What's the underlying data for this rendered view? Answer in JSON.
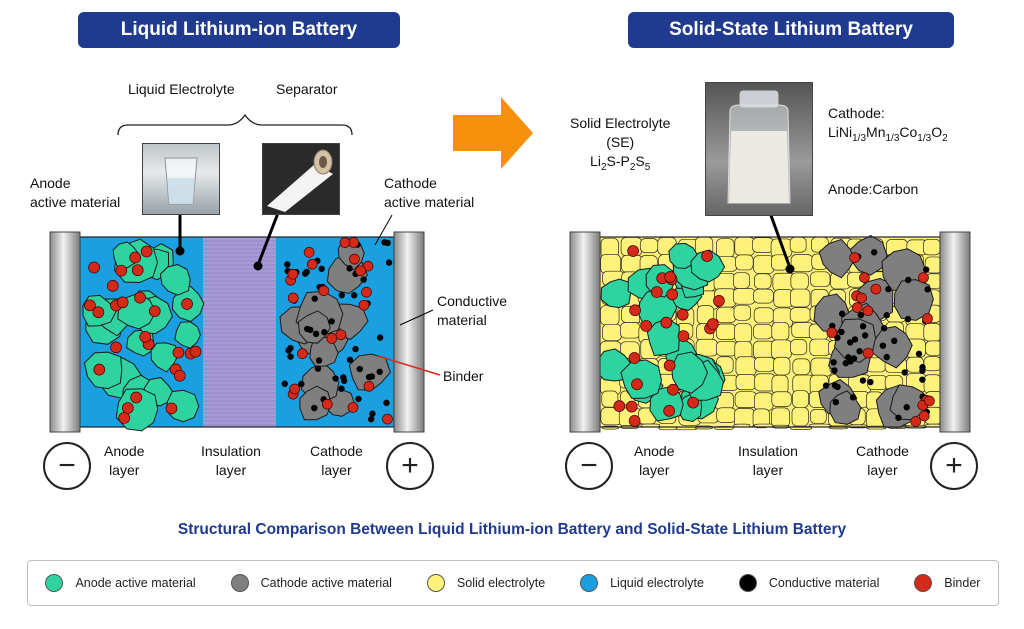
{
  "left_title": "Liquid Lithium-ion Battery",
  "right_title": "Solid-State Lithium Battery",
  "left_callouts": {
    "liquid_electrolyte": "Liquid Electrolyte",
    "separator": "Separator",
    "anode_active_1": "Anode",
    "anode_active_2": "active material",
    "cathode_active_1": "Cathode",
    "cathode_active_2": "active material",
    "conductive_1": "Conductive",
    "conductive_2": "material",
    "binder": "Binder"
  },
  "left_layers": {
    "anode_1": "Anode",
    "anode_2": "layer",
    "insulation_1": "Insulation",
    "insulation_2": "layer",
    "cathode_1": "Cathode",
    "cathode_2": "layer"
  },
  "right_callouts": {
    "se_1": "Solid Electrolyte",
    "se_2": "(SE)",
    "se_formula": "Li2S-P2S5",
    "cathode_label": "Cathode:",
    "cathode_formula": "LiNi1/3Mn1/3Co1/3O2",
    "anode_label": "Anode:Carbon"
  },
  "right_layers": {
    "anode_1": "Anode",
    "anode_2": "layer",
    "insulation_1": "Insulation",
    "insulation_2": "layer",
    "cathode_1": "Cathode",
    "cathode_2": "layer"
  },
  "terminals": {
    "negative": "−",
    "positive": "+"
  },
  "caption": "Structural Comparison Between Liquid Lithium-ion Battery and Solid-State Lithium Battery",
  "legend": [
    {
      "label": "Anode active material",
      "color": "#2fd3a0"
    },
    {
      "label": "Cathode active material",
      "color": "#7f7f7f"
    },
    {
      "label": "Solid electrolyte",
      "color": "#fff27a"
    },
    {
      "label": "Liquid electrolyte",
      "color": "#1aa0e0"
    },
    {
      "label": "Conductive material",
      "color": "#000000"
    },
    {
      "label": "Binder",
      "color": "#d52a1a"
    }
  ],
  "colors": {
    "title_bg": "#1f3a8f",
    "anode": "#2fd3a0",
    "cathode": "#7f7f7f",
    "solid_electrolyte": "#fff27a",
    "liquid_electrolyte": "#1aa0e0",
    "separator": "#a89ad6",
    "binder": "#d52a1a",
    "arrow": "#f5900a"
  }
}
